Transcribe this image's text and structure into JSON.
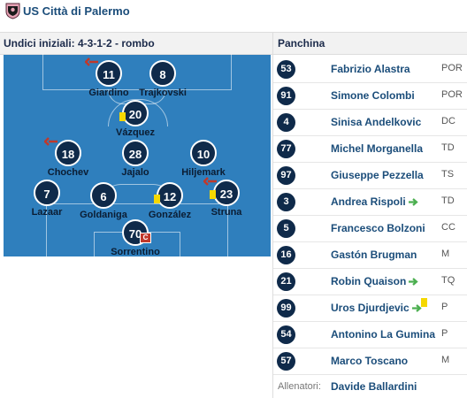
{
  "header": {
    "team_name": "US Città di Palermo",
    "crest_icon": "palermo-crest-icon"
  },
  "lineup": {
    "label": "Undici iniziali: 4-3-1-2 - rombo",
    "players": [
      {
        "number": "11",
        "name": "Giardino",
        "sub_out": true
      },
      {
        "number": "8",
        "name": "Trajkovski"
      },
      {
        "number": "20",
        "name": "Vázquez",
        "yellow_card": true
      },
      {
        "number": "18",
        "name": "Chochev",
        "sub_out": true
      },
      {
        "number": "28",
        "name": "Jajalo"
      },
      {
        "number": "10",
        "name": "Hiljemark"
      },
      {
        "number": "7",
        "name": "Lazaar"
      },
      {
        "number": "6",
        "name": "Goldaniga"
      },
      {
        "number": "12",
        "name": "González",
        "yellow_card": true
      },
      {
        "number": "23",
        "name": "Struna",
        "yellow_card": true,
        "sub_out": true
      },
      {
        "number": "70",
        "name": "Sorrentino",
        "captain": true,
        "captain_label": "C"
      }
    ]
  },
  "bench": {
    "label": "Panchina",
    "players": [
      {
        "number": "53",
        "name": "Fabrizio Alastra",
        "position": "POR"
      },
      {
        "number": "91",
        "name": "Simone Colombi",
        "position": "POR"
      },
      {
        "number": "4",
        "name": "Sinisa Andelkovic",
        "position": "DC"
      },
      {
        "number": "77",
        "name": "Michel Morganella",
        "position": "TD"
      },
      {
        "number": "97",
        "name": "Giuseppe Pezzella",
        "position": "TS"
      },
      {
        "number": "3",
        "name": "Andrea Rispoli",
        "position": "TD",
        "sub_in": true
      },
      {
        "number": "5",
        "name": "Francesco Bolzoni",
        "position": "CC"
      },
      {
        "number": "16",
        "name": "Gastón Brugman",
        "position": "M"
      },
      {
        "number": "21",
        "name": "Robin Quaison",
        "position": "TQ",
        "sub_in": true
      },
      {
        "number": "99",
        "name": "Uros Djurdjevic",
        "position": "P",
        "sub_in": true,
        "yellow_card": true
      },
      {
        "number": "54",
        "name": "Antonino La Gumina",
        "position": "P"
      },
      {
        "number": "57",
        "name": "Marco Toscano",
        "position": "M"
      }
    ]
  },
  "coach": {
    "label": "Allenatori:",
    "name": "Davide Ballardini"
  },
  "colors": {
    "pitch": "#2f7fbd",
    "player_circle": "#0f2a4a",
    "yellow_card": "#f5d800",
    "sub_in": "#4caf50",
    "sub_out": "#c0392b",
    "link": "#1b4d7a"
  }
}
